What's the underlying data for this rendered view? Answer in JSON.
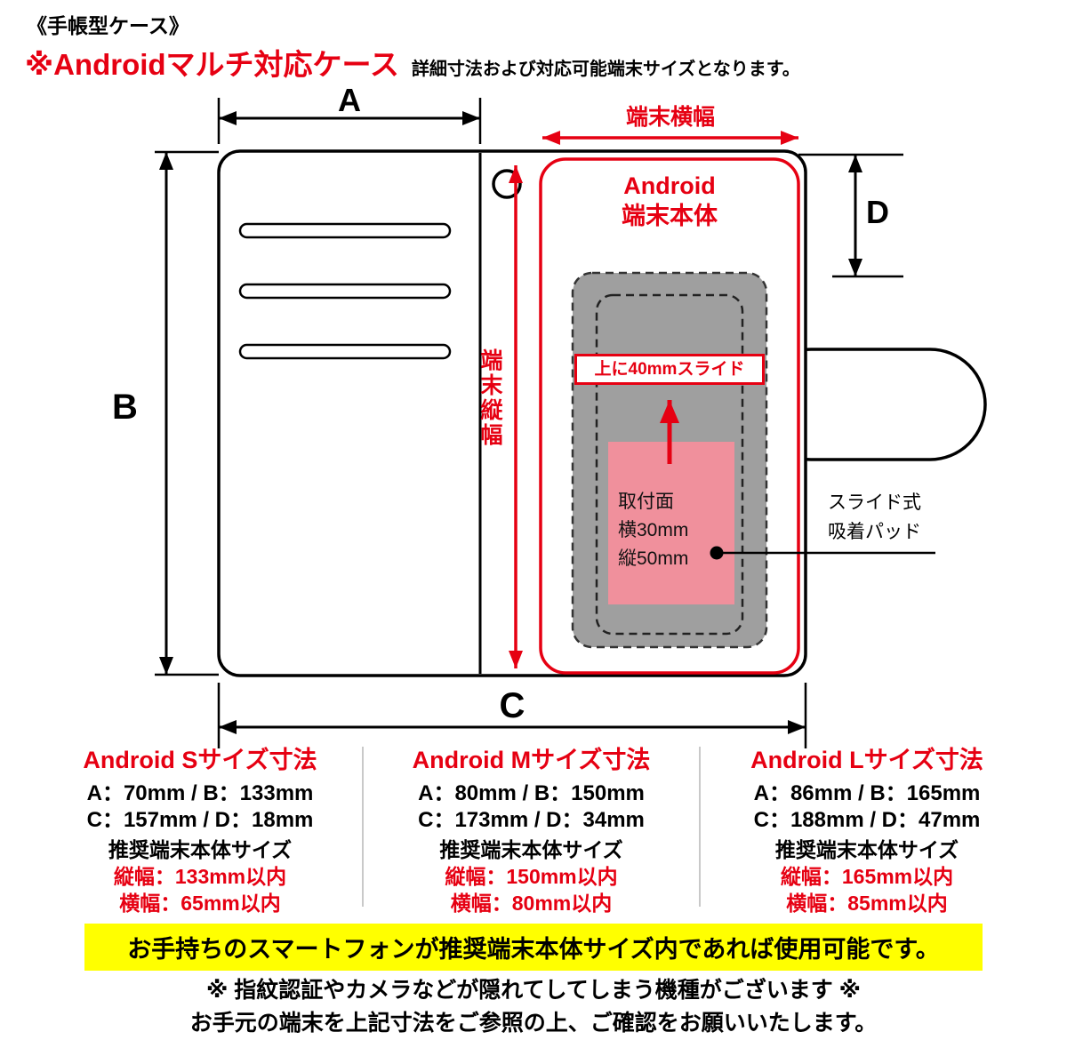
{
  "header": {
    "category": "《手帳型ケース》",
    "title": "※Androidマルチ対応ケース",
    "subtitle": "詳細寸法および対応可能端末サイズとなります。"
  },
  "diagram": {
    "dim_a_label": "A",
    "dim_b_label": "B",
    "dim_c_label": "C",
    "dim_d_label": "D",
    "device_width_label": "端末横幅",
    "device_height_label": "端末縦幅",
    "device_body_line1": "Android",
    "device_body_line2": "端末本体",
    "slide_note": "上に40mmスライド",
    "pad_line1": "取付面",
    "pad_line2": "横30mm",
    "pad_line3": "縦50mm",
    "slide_pad_line1": "スライド式",
    "slide_pad_line2": "吸着パッド"
  },
  "sizes": [
    {
      "title": "Android Sサイズ寸法",
      "line1": "A：70mm / B：133mm",
      "line2": "C：157mm / D：18mm",
      "recommend_title": "推奨端末本体サイズ",
      "height_limit": "縦幅：133mm以内",
      "width_limit": "横幅：65mm以内"
    },
    {
      "title": "Android Mサイズ寸法",
      "line1": "A：80mm / B：150mm",
      "line2": "C：173mm / D：34mm",
      "recommend_title": "推奨端末本体サイズ",
      "height_limit": "縦幅：150mm以内",
      "width_limit": "横幅：80mm以内"
    },
    {
      "title": "Android Lサイズ寸法",
      "line1": "A：86mm / B：165mm",
      "line2": "C：188mm / D：47mm",
      "recommend_title": "推奨端末本体サイズ",
      "height_limit": "縦幅：165mm以内",
      "width_limit": "横幅：85mm以内"
    }
  ],
  "banner": "お手持ちのスマートフォンが推奨端末本体サイズ内であれば使用可能です。",
  "footer": {
    "line1": "※ 指紋認証やカメラなどが隠れてしてしまう機種がございます ※",
    "line2": "お手元の端末を上記寸法をご参照の上、ご確認をお願いいたします。"
  },
  "colors": {
    "red": "#e60012",
    "pink": "#f0909c",
    "gray": "#9f9f9f",
    "yellow": "#ffff00"
  }
}
